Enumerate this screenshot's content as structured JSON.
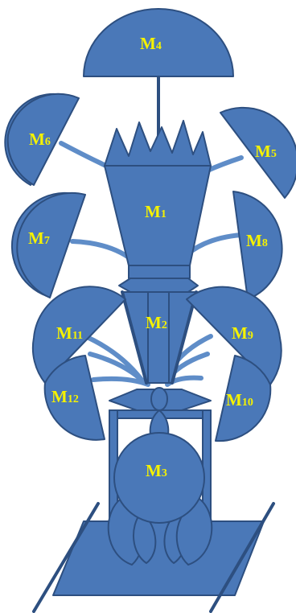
{
  "diagram": {
    "nodes": [
      {
        "id": "M1",
        "main": "M",
        "sub": "1"
      },
      {
        "id": "M2",
        "main": "M",
        "sub": "2"
      },
      {
        "id": "M3",
        "main": "M",
        "sub": "3"
      },
      {
        "id": "M4",
        "main": "M",
        "sub": "4"
      },
      {
        "id": "M5",
        "main": "M",
        "sub": "5"
      },
      {
        "id": "M6",
        "main": "M",
        "sub": "6"
      },
      {
        "id": "M7",
        "main": "M",
        "sub": "7"
      },
      {
        "id": "M8",
        "main": "M",
        "sub": "8"
      },
      {
        "id": "M9",
        "main": "M",
        "sub": "9"
      },
      {
        "id": "M10",
        "main": "M",
        "sub": "10"
      },
      {
        "id": "M11",
        "main": "M",
        "sub": "11"
      },
      {
        "id": "M12",
        "main": "M",
        "sub": "12"
      }
    ],
    "colors": {
      "fill": "#4a78b8",
      "stroke": "#2d4f80",
      "connector": "#5f8dc8",
      "label": "#f5f200",
      "background": "#ffffff"
    }
  }
}
